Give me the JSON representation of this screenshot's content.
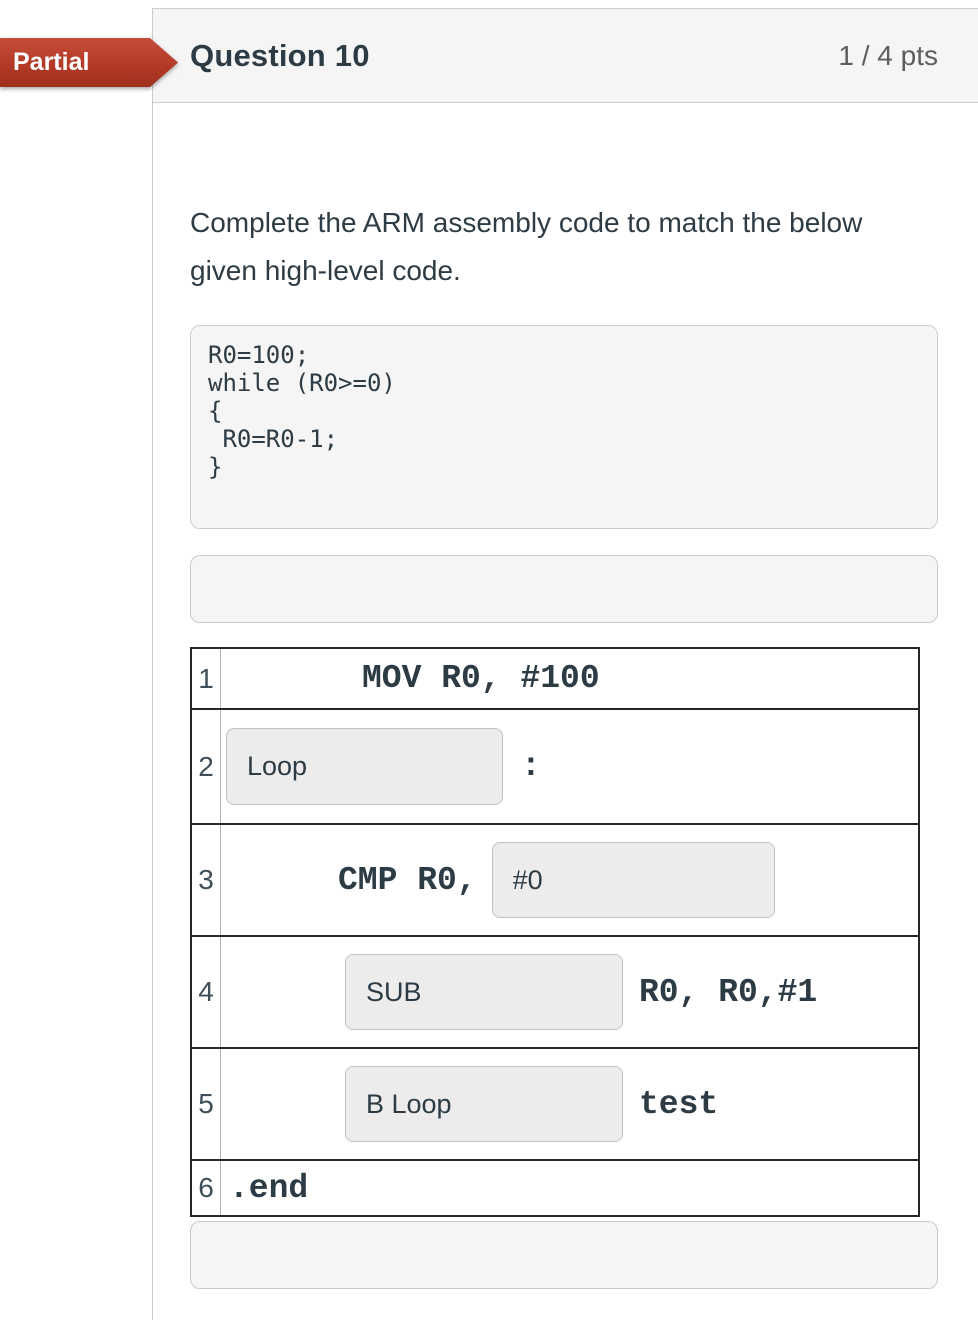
{
  "header": {
    "status_flag": "Partial",
    "title": "Question 10",
    "points": "1 / 4 pts"
  },
  "question": {
    "prompt": "Complete the ARM assembly code to match the below given high-level code.",
    "high_level_code": "R0=100;\nwhile (R0>=0)\n{\n R0=R0-1;\n}"
  },
  "assembly_table": {
    "rows": [
      {
        "line_number": "1",
        "code": "MOV R0, #100"
      },
      {
        "line_number": "2",
        "answer_value": "Loop",
        "code_after": ":"
      },
      {
        "line_number": "3",
        "code_before": "CMP R0,",
        "answer_value": "#0"
      },
      {
        "line_number": "4",
        "answer_value": "SUB",
        "code_after": "R0, R0,#1"
      },
      {
        "line_number": "5",
        "answer_value": "B Loop",
        "code_after": "test"
      },
      {
        "line_number": "6",
        "code": ".end"
      }
    ]
  },
  "colors": {
    "ribbon_red": "#b23a26",
    "ink": "#2d3b45",
    "header_bg": "#f5f5f5",
    "card_border": "#c7cdd1",
    "table_border": "#262626",
    "blank_input_bg": "#ececec"
  }
}
